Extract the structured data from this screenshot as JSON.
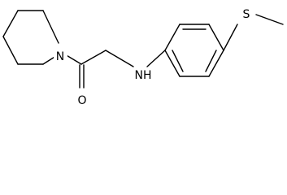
{
  "structure": {
    "atoms": {
      "nitrogen_ring": "N",
      "carbonyl_oxygen": "O",
      "amine": "NH",
      "sulfur": "S"
    }
  },
  "colors": {
    "bond": "#000000",
    "background": "#ffffff",
    "label": "#000000"
  }
}
